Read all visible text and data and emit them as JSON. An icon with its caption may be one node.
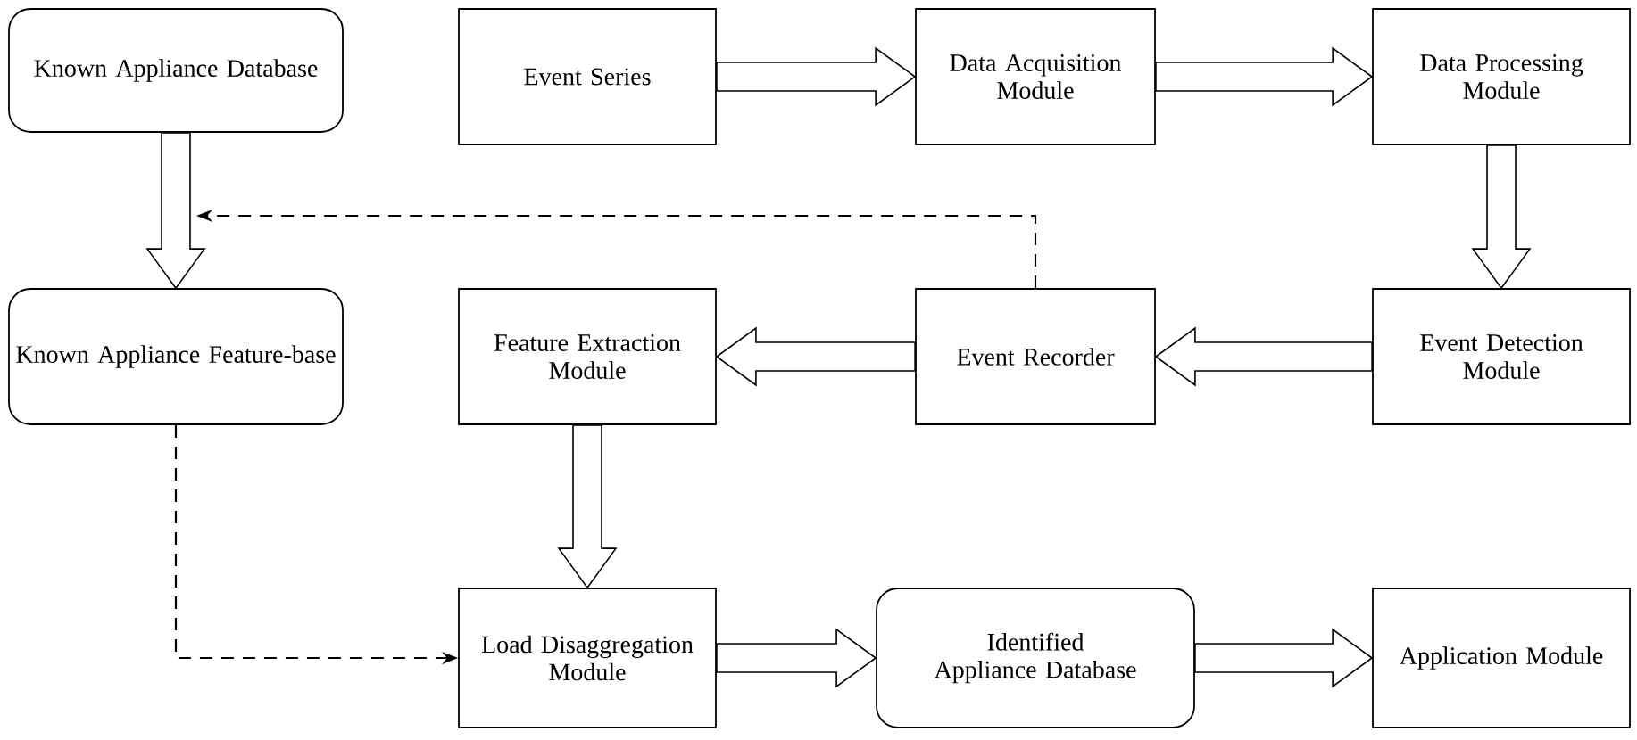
{
  "diagram": {
    "nodes": [
      {
        "text": [
          "Known Appliance Database"
        ]
      },
      {
        "text": [
          "Event Series"
        ]
      },
      {
        "text": [
          "Data Acquisition Module"
        ]
      },
      {
        "text": [
          "Data Processing Module"
        ]
      },
      {
        "text": [
          "Known Appliance Feature-base"
        ]
      },
      {
        "text": [
          "Feature Extraction Module"
        ]
      },
      {
        "text": [
          "Event Recorder"
        ]
      },
      {
        "text": [
          "Event Detection Module"
        ]
      },
      {
        "text": [
          "Load Disaggregation Module"
        ]
      },
      {
        "text": [
          "Identified Appliance Database"
        ]
      },
      {
        "text": [
          "Application Module"
        ]
      }
    ],
    "edges": [
      {
        "from": 1,
        "to": 2,
        "arrow": "to"
      },
      {
        "from": 2,
        "to": 3,
        "arrow": "to"
      },
      {
        "from": 3,
        "to": 7,
        "arrow": "to"
      },
      {
        "from": 7,
        "to": 6,
        "arrow": "to"
      },
      {
        "from": 6,
        "to": 5,
        "arrow": "to"
      },
      {
        "from": 0,
        "to": 4,
        "arrow": "to"
      },
      {
        "from": 5,
        "to": 8,
        "arrow": "to"
      },
      {
        "from": 8,
        "to": 9,
        "arrow": "to"
      },
      {
        "from": 9,
        "to": 10,
        "arrow": "to"
      },
      {
        "from": 6,
        "to": null,
        "arrow": "to",
        "style": "dashed"
      },
      {
        "from": 4,
        "to": 8,
        "arrow": "to",
        "style": "dashed"
      }
    ]
  }
}
